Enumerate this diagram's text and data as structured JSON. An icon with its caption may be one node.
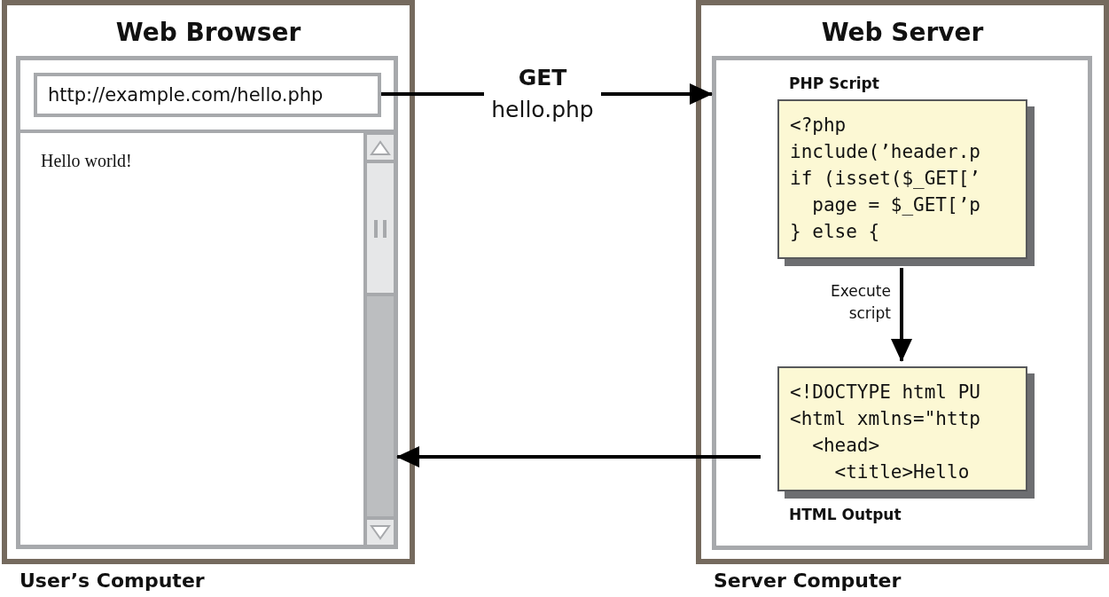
{
  "diagram": {
    "nodes": [
      {
        "text": [
          "Web Browser"
        ],
        "beside": [
          "User’s Computer"
        ]
      },
      {
        "text": [
          "http://example.com/hello.php"
        ],
        "in": 0
      },
      {
        "text": [
          "Hello world!"
        ],
        "in": 0
      },
      {
        "text": [
          "Web Server"
        ],
        "beside": [
          "Server Computer"
        ]
      },
      {
        "text": [],
        "shape": "box",
        "in": 3
      },
      {
        "text": [
          "PHP Script",
          "<?php",
          "include(’header.p",
          "if (isset($_GET[’",
          "  page = $_GET[’p",
          "} else {"
        ],
        "in": 4
      },
      {
        "text": [
          "<!DOCTYPE html PU",
          "<html xmlns=\"http",
          "  <head>",
          "    <title>Hello"
        ],
        "beside": [
          "HTML Output"
        ],
        "in": 4
      }
    ],
    "edges": [
      {
        "from": 1,
        "to": 4,
        "arrow": "to",
        "label": "**GET** hello.php"
      },
      {
        "from": 5,
        "to": 6,
        "arrow": "to",
        "label": "Execute script"
      },
      {
        "from": 6,
        "to": 2,
        "arrow": "to"
      }
    ]
  }
}
